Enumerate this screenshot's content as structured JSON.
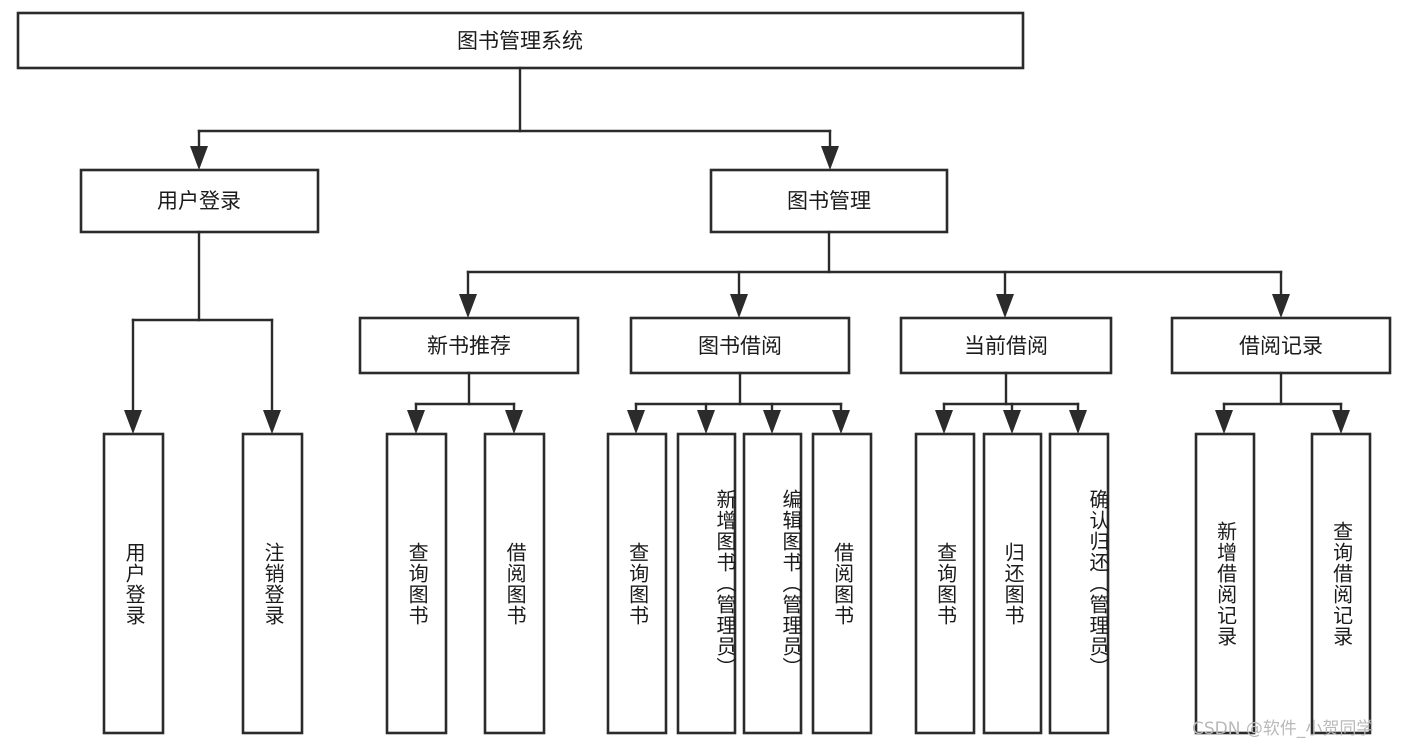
{
  "diagram": {
    "type": "tree-hierarchy-chart",
    "title": "图书管理系统",
    "orientation": "top-down",
    "colors": {
      "box_stroke": "#2b2b2b",
      "box_fill": "#ffffff",
      "line": "#2b2b2b",
      "text": "#1b1b1b",
      "watermark": "#b9b9b9",
      "background": "#ffffff"
    },
    "root": {
      "id": "root",
      "label": "图书管理系统"
    },
    "level2": [
      {
        "id": "user-login",
        "label": "用户登录"
      },
      {
        "id": "book-management",
        "label": "图书管理"
      }
    ],
    "level3": [
      {
        "id": "new-book-recommend",
        "label": "新书推荐",
        "parent": "book-management"
      },
      {
        "id": "book-borrow",
        "label": "图书借阅",
        "parent": "book-management"
      },
      {
        "id": "current-borrow",
        "label": "当前借阅",
        "parent": "book-management"
      },
      {
        "id": "borrow-records",
        "label": "借阅记录",
        "parent": "book-management"
      }
    ],
    "leaves": [
      {
        "id": "leaf-user-login",
        "label": "用户登录",
        "parent": "user-login"
      },
      {
        "id": "leaf-logout-login",
        "label": "注销登录",
        "parent": "user-login"
      },
      {
        "id": "leaf-query-book-1",
        "label": "查询图书",
        "parent": "new-book-recommend"
      },
      {
        "id": "leaf-borrow-book-1",
        "label": "借阅图书",
        "parent": "new-book-recommend"
      },
      {
        "id": "leaf-query-book-2",
        "label": "查询图书",
        "parent": "book-borrow"
      },
      {
        "id": "leaf-add-book",
        "label": "新增图书（管理员）",
        "parent": "book-borrow"
      },
      {
        "id": "leaf-edit-book",
        "label": "编辑图书（管理员）",
        "parent": "book-borrow"
      },
      {
        "id": "leaf-borrow-book-2",
        "label": "借阅图书",
        "parent": "book-borrow"
      },
      {
        "id": "leaf-query-book-3",
        "label": "查询图书",
        "parent": "current-borrow"
      },
      {
        "id": "leaf-return-book",
        "label": "归还图书",
        "parent": "current-borrow"
      },
      {
        "id": "leaf-confirm-return",
        "label": "确认归还（管理员）",
        "parent": "current-borrow"
      },
      {
        "id": "leaf-add-record",
        "label": "新增借阅记录",
        "parent": "borrow-records"
      },
      {
        "id": "leaf-query-record",
        "label": "查询借阅记录",
        "parent": "borrow-records"
      }
    ]
  },
  "watermark": {
    "text": "CSDN @软件_小贺同学"
  }
}
